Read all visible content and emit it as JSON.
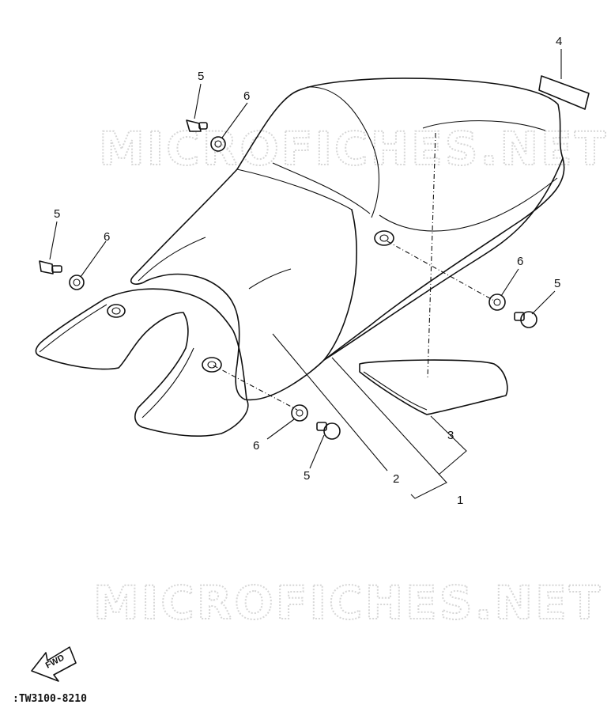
{
  "watermarks": [
    "MICROFICHES.NET",
    "MICROFICHES.NET"
  ],
  "callouts": {
    "c1": "1",
    "c2": "2",
    "c3": "3",
    "c4": "4",
    "c5a": "5",
    "c5b": "5",
    "c5c": "5",
    "c5d": "5",
    "c6a": "6",
    "c6b": "6",
    "c6c": "6",
    "c6d": "6"
  },
  "fwd_label": "FWD",
  "diagram_code": ":TW3100-8210"
}
